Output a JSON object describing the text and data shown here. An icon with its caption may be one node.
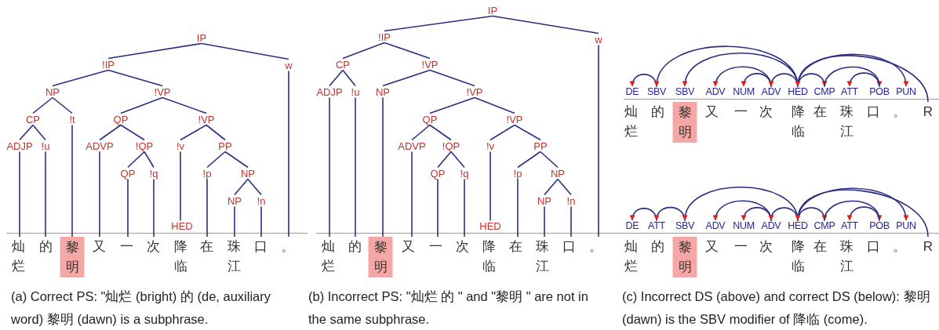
{
  "diagram": {
    "nodes": [
      {
        "text": [
          "IP"
        ]
      },
      {
        "text": [
          "!IP"
        ]
      },
      {
        "text": [
          "w"
        ]
      },
      {
        "text": [
          "NP"
        ]
      },
      {
        "text": [
          "!VP"
        ]
      },
      {
        "text": [
          "CP"
        ]
      },
      {
        "text": [
          "!t"
        ]
      },
      {
        "text": [
          "QP"
        ]
      },
      {
        "text": [
          "!VP"
        ]
      },
      {
        "text": [
          "ADJP"
        ]
      },
      {
        "text": [
          "!u"
        ]
      },
      {
        "text": [
          "ADVP"
        ]
      },
      {
        "text": [
          "!QP"
        ]
      },
      {
        "text": [
          "!v"
        ]
      },
      {
        "text": [
          "PP"
        ]
      },
      {
        "text": [
          "QP"
        ]
      },
      {
        "text": [
          "!q"
        ]
      },
      {
        "text": [
          "!p"
        ]
      },
      {
        "text": [
          "NP"
        ]
      },
      {
        "text": [
          "NP"
        ]
      },
      {
        "text": [
          "!n"
        ]
      },
      {
        "text": [
          "灿烂"
        ]
      },
      {
        "text": [
          "的"
        ]
      },
      {
        "text": [
          "黎明"
        ]
      },
      {
        "text": [
          "又"
        ]
      },
      {
        "text": [
          "一"
        ]
      },
      {
        "text": [
          "次"
        ]
      },
      {
        "text": [
          "降临"
        ]
      },
      {
        "text": [
          "在"
        ]
      },
      {
        "text": [
          "珠江"
        ]
      },
      {
        "text": [
          "口"
        ]
      },
      {
        "text": [
          "。"
        ]
      },
      {
        "text": [
          "IP"
        ]
      },
      {
        "text": [
          "!IP"
        ]
      },
      {
        "text": [
          "w"
        ]
      },
      {
        "text": [
          "CP"
        ]
      },
      {
        "text": [
          "!VP"
        ]
      },
      {
        "text": [
          "ADJP"
        ]
      },
      {
        "text": [
          "!u"
        ]
      },
      {
        "text": [
          "NP"
        ]
      },
      {
        "text": [
          "!VP"
        ]
      },
      {
        "text": [
          "QP"
        ]
      },
      {
        "text": [
          "!VP"
        ]
      },
      {
        "text": [
          "ADVP"
        ]
      },
      {
        "text": [
          "!QP"
        ]
      },
      {
        "text": [
          "!v"
        ]
      },
      {
        "text": [
          "PP"
        ]
      },
      {
        "text": [
          "QP"
        ]
      },
      {
        "text": [
          "!q"
        ]
      },
      {
        "text": [
          "!p"
        ]
      },
      {
        "text": [
          "NP"
        ]
      },
      {
        "text": [
          "NP"
        ]
      },
      {
        "text": [
          "!n"
        ]
      },
      {
        "text": [
          "灿烂"
        ]
      },
      {
        "text": [
          "的"
        ]
      },
      {
        "text": [
          "黎明"
        ]
      },
      {
        "text": [
          "又"
        ]
      },
      {
        "text": [
          "一"
        ]
      },
      {
        "text": [
          "次"
        ]
      },
      {
        "text": [
          "降临"
        ]
      },
      {
        "text": [
          "在"
        ]
      },
      {
        "text": [
          "珠江"
        ]
      },
      {
        "text": [
          "口"
        ]
      },
      {
        "text": [
          "。"
        ]
      },
      {
        "text": [
          "DE"
        ]
      },
      {
        "text": [
          "SBV"
        ]
      },
      {
        "text": [
          "SBV"
        ]
      },
      {
        "text": [
          "ADV"
        ]
      },
      {
        "text": [
          "NUM"
        ]
      },
      {
        "text": [
          "ADV"
        ]
      },
      {
        "text": [
          "HED"
        ]
      },
      {
        "text": [
          "CMP"
        ]
      },
      {
        "text": [
          "ATT"
        ]
      },
      {
        "text": [
          "POB"
        ]
      },
      {
        "text": [
          "PUN"
        ]
      },
      {
        "text": [
          "灿烂"
        ]
      },
      {
        "text": [
          "的"
        ]
      },
      {
        "text": [
          "黎明"
        ]
      },
      {
        "text": [
          "又"
        ]
      },
      {
        "text": [
          "一"
        ]
      },
      {
        "text": [
          "次"
        ]
      },
      {
        "text": [
          "降临"
        ]
      },
      {
        "text": [
          "在"
        ]
      },
      {
        "text": [
          "珠江"
        ]
      },
      {
        "text": [
          "口"
        ]
      },
      {
        "text": [
          "。"
        ]
      },
      {
        "text": [
          "R"
        ]
      },
      {
        "text": [
          "DE"
        ]
      },
      {
        "text": [
          "ATT"
        ]
      },
      {
        "text": [
          "SBV"
        ]
      },
      {
        "text": [
          "ADV"
        ]
      },
      {
        "text": [
          "NUM"
        ]
      },
      {
        "text": [
          "ADV"
        ]
      },
      {
        "text": [
          "HED"
        ]
      },
      {
        "text": [
          "CMP"
        ]
      },
      {
        "text": [
          "ATT"
        ]
      },
      {
        "text": [
          "POB"
        ]
      },
      {
        "text": [
          "PUN"
        ]
      },
      {
        "text": [
          "灿烂"
        ]
      },
      {
        "text": [
          "的"
        ]
      },
      {
        "text": [
          "黎明"
        ]
      },
      {
        "text": [
          "又"
        ]
      },
      {
        "text": [
          "一"
        ]
      },
      {
        "text": [
          "次"
        ]
      },
      {
        "text": [
          "降临"
        ]
      },
      {
        "text": [
          "在"
        ]
      },
      {
        "text": [
          "珠江"
        ]
      },
      {
        "text": [
          "口"
        ]
      },
      {
        "text": [
          "。"
        ]
      },
      {
        "text": [
          "R"
        ]
      },
      {
        "text": [
          "HED"
        ]
      },
      {
        "text": [
          "HED"
        ]
      }
    ],
    "edges": [
      {
        "from": 0,
        "to": 1,
        "arrow": "none"
      },
      {
        "from": 0,
        "to": 2,
        "arrow": "none"
      },
      {
        "from": 1,
        "to": 3,
        "arrow": "none"
      },
      {
        "from": 1,
        "to": 4,
        "arrow": "none"
      },
      {
        "from": 3,
        "to": 5,
        "arrow": "none"
      },
      {
        "from": 3,
        "to": 6,
        "arrow": "none"
      },
      {
        "from": 4,
        "to": 7,
        "arrow": "none"
      },
      {
        "from": 4,
        "to": 8,
        "arrow": "none"
      },
      {
        "from": 5,
        "to": 9,
        "arrow": "none"
      },
      {
        "from": 5,
        "to": 10,
        "arrow": "none"
      },
      {
        "from": 7,
        "to": 11,
        "arrow": "none"
      },
      {
        "from": 7,
        "to": 12,
        "arrow": "none"
      },
      {
        "from": 8,
        "to": 13,
        "arrow": "none"
      },
      {
        "from": 8,
        "to": 14,
        "arrow": "none"
      },
      {
        "from": 12,
        "to": 15,
        "arrow": "none"
      },
      {
        "from": 12,
        "to": 16,
        "arrow": "none"
      },
      {
        "from": 14,
        "to": 17,
        "arrow": "none"
      },
      {
        "from": 14,
        "to": 18,
        "arrow": "none"
      },
      {
        "from": 18,
        "to": 19,
        "arrow": "none"
      },
      {
        "from": 18,
        "to": 20,
        "arrow": "none"
      },
      {
        "from": 9,
        "to": 21,
        "arrow": "none"
      },
      {
        "from": 10,
        "to": 22,
        "arrow": "none"
      },
      {
        "from": 6,
        "to": 23,
        "arrow": "none"
      },
      {
        "from": 11,
        "to": 24,
        "arrow": "none"
      },
      {
        "from": 15,
        "to": 25,
        "arrow": "none"
      },
      {
        "from": 16,
        "to": 26,
        "arrow": "none"
      },
      {
        "from": 13,
        "to": 110,
        "arrow": "none"
      },
      {
        "from": 17,
        "to": 28,
        "arrow": "none"
      },
      {
        "from": 19,
        "to": 29,
        "arrow": "none"
      },
      {
        "from": 20,
        "to": 30,
        "arrow": "none"
      },
      {
        "from": 2,
        "to": 31,
        "arrow": "none"
      },
      {
        "from": 32,
        "to": 33,
        "arrow": "none"
      },
      {
        "from": 32,
        "to": 34,
        "arrow": "none"
      },
      {
        "from": 33,
        "to": 35,
        "arrow": "none"
      },
      {
        "from": 33,
        "to": 36,
        "arrow": "none"
      },
      {
        "from": 35,
        "to": 37,
        "arrow": "none"
      },
      {
        "from": 35,
        "to": 38,
        "arrow": "none"
      },
      {
        "from": 36,
        "to": 39,
        "arrow": "none"
      },
      {
        "from": 36,
        "to": 40,
        "arrow": "none"
      },
      {
        "from": 40,
        "to": 41,
        "arrow": "none"
      },
      {
        "from": 40,
        "to": 42,
        "arrow": "none"
      },
      {
        "from": 41,
        "to": 43,
        "arrow": "none"
      },
      {
        "from": 41,
        "to": 44,
        "arrow": "none"
      },
      {
        "from": 42,
        "to": 45,
        "arrow": "none"
      },
      {
        "from": 42,
        "to": 46,
        "arrow": "none"
      },
      {
        "from": 44,
        "to": 47,
        "arrow": "none"
      },
      {
        "from": 44,
        "to": 48,
        "arrow": "none"
      },
      {
        "from": 46,
        "to": 49,
        "arrow": "none"
      },
      {
        "from": 46,
        "to": 50,
        "arrow": "none"
      },
      {
        "from": 50,
        "to": 51,
        "arrow": "none"
      },
      {
        "from": 50,
        "to": 52,
        "arrow": "none"
      },
      {
        "from": 37,
        "to": 53,
        "arrow": "none"
      },
      {
        "from": 38,
        "to": 54,
        "arrow": "none"
      },
      {
        "from": 39,
        "to": 55,
        "arrow": "none"
      },
      {
        "from": 43,
        "to": 56,
        "arrow": "none"
      },
      {
        "from": 47,
        "to": 57,
        "arrow": "none"
      },
      {
        "from": 48,
        "to": 58,
        "arrow": "none"
      },
      {
        "from": 45,
        "to": 111,
        "arrow": "none"
      },
      {
        "from": 49,
        "to": 60,
        "arrow": "none"
      },
      {
        "from": 51,
        "to": 61,
        "arrow": "none"
      },
      {
        "from": 52,
        "to": 62,
        "arrow": "none"
      },
      {
        "from": 34,
        "to": 63,
        "arrow": "none"
      },
      {
        "from": 65,
        "to": 64,
        "arrow": "to"
      },
      {
        "from": 70,
        "to": 65,
        "arrow": "to"
      },
      {
        "from": 70,
        "to": 66,
        "arrow": "to"
      },
      {
        "from": 69,
        "to": 67,
        "arrow": "to"
      },
      {
        "from": 69,
        "to": 68,
        "arrow": "to"
      },
      {
        "from": 70,
        "to": 69,
        "arrow": "to"
      },
      {
        "from": 70,
        "to": 71,
        "arrow": "to"
      },
      {
        "from": 71,
        "to": 73,
        "arrow": "to"
      },
      {
        "from": 73,
        "to": 72,
        "arrow": "to"
      },
      {
        "from": 70,
        "to": 74,
        "arrow": "to"
      },
      {
        "from": 86,
        "to": 70,
        "arrow": "to"
      },
      {
        "from": 88,
        "to": 87,
        "arrow": "to"
      },
      {
        "from": 89,
        "to": 88,
        "arrow": "to"
      },
      {
        "from": 93,
        "to": 89,
        "arrow": "to"
      },
      {
        "from": 92,
        "to": 90,
        "arrow": "to"
      },
      {
        "from": 92,
        "to": 91,
        "arrow": "to"
      },
      {
        "from": 93,
        "to": 92,
        "arrow": "to"
      },
      {
        "from": 93,
        "to": 94,
        "arrow": "to"
      },
      {
        "from": 94,
        "to": 96,
        "arrow": "to"
      },
      {
        "from": 96,
        "to": 95,
        "arrow": "to"
      },
      {
        "from": 93,
        "to": 97,
        "arrow": "to"
      },
      {
        "from": 109,
        "to": 93,
        "arrow": "to"
      }
    ],
    "labels": [
      "(a) Correct PS: \"灿烂 (bright) 的 (de, auxiliary word) 黎明 (dawn) is a subphrase.",
      "(b) Incorrect PS: \"灿烂 的 \" and \"黎明 \" are not in the same subphrase.",
      "(c) Incorrect DS (above) and correct DS (below): 黎明 (dawn) is the SBV modifier of 降临 (come)."
    ]
  }
}
